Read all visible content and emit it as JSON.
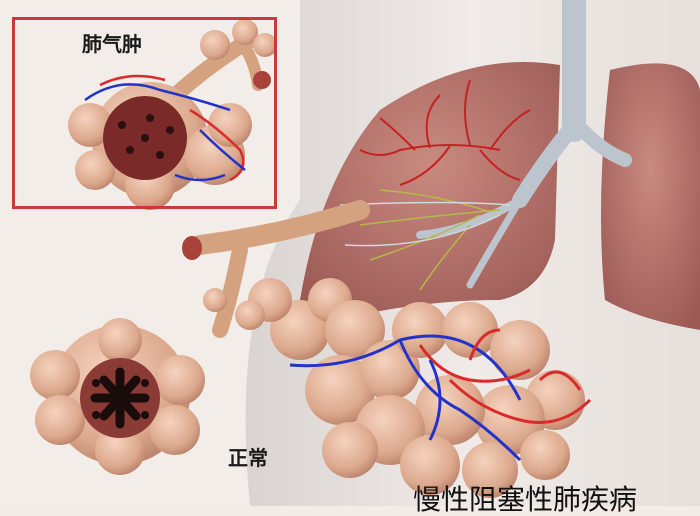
{
  "labels": {
    "inset_title": "肺气肿",
    "normal": "正常",
    "caption": "慢性阻塞性肺疾病"
  },
  "colors": {
    "lung": "#b8736c",
    "alveolus": "#e2b296",
    "artery": "#d92b2b",
    "vein": "#2233c9",
    "bronchus": "#c7cfd8",
    "inset_border": "#c9393b"
  }
}
